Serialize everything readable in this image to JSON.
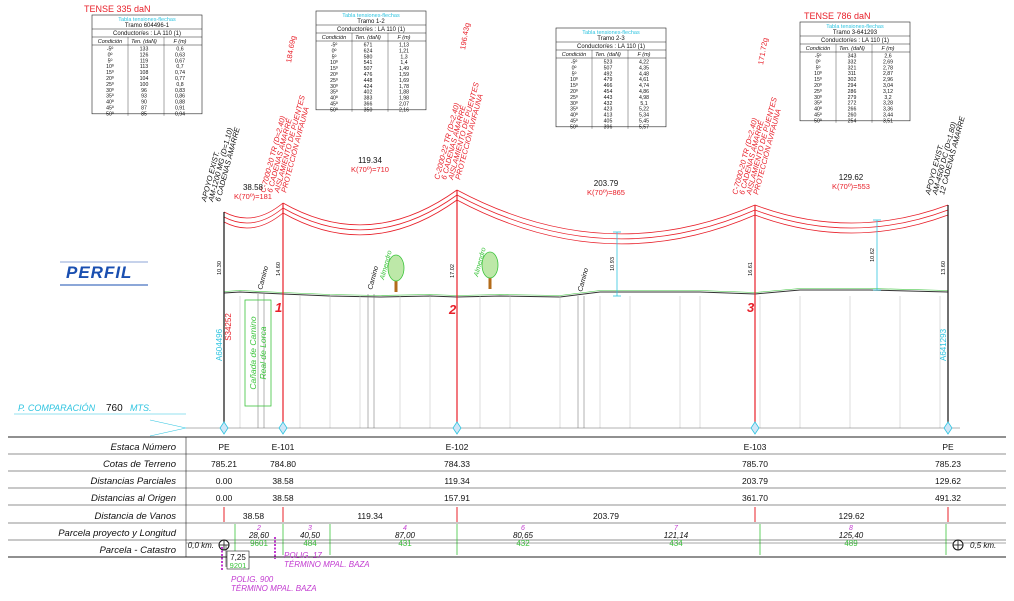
{
  "tense_left": "TENSE 335 daN",
  "tense_right": "TENSE 786 daN",
  "perfil_label": "PERFIL",
  "comparacion": {
    "prefix": "P. COMPARACIÓN",
    "value": "760",
    "unit": "MTS."
  },
  "tables": [
    {
      "caption": "Tabla tensiones-flechas",
      "tramo": "Tramo 604496-1",
      "conductor": "Conductor/es : LA 110 (1)",
      "headers": [
        "Condición",
        "Ten. (daN)",
        "F (m)"
      ],
      "rows": [
        [
          "-5º",
          "133",
          "0,6"
        ],
        [
          "0º",
          "126",
          "0,63"
        ],
        [
          "5º",
          "119",
          "0,67"
        ],
        [
          "10º",
          "113",
          "0,7"
        ],
        [
          "15º",
          "108",
          "0,74"
        ],
        [
          "20º",
          "104",
          "0,77"
        ],
        [
          "25º",
          "100",
          "0,8"
        ],
        [
          "30º",
          "96",
          "0,83"
        ],
        [
          "35º",
          "93",
          "0,86"
        ],
        [
          "40º",
          "90",
          "0,88"
        ],
        [
          "45º",
          "87",
          "0,91"
        ],
        [
          "50º",
          "85",
          "0,94"
        ]
      ]
    },
    {
      "caption": "Tabla tensiones-flechas",
      "tramo": "Tramo 1-2",
      "conductor": "Conductor/es : LA 110 (1)",
      "headers": [
        "Condición",
        "Ten. (daN)",
        "F (m)"
      ],
      "rows": [
        [
          "-5º",
          "671",
          "1,13"
        ],
        [
          "0º",
          "624",
          "1,21"
        ],
        [
          "5º",
          "580",
          "1,3"
        ],
        [
          "10º",
          "541",
          "1,4"
        ],
        [
          "15º",
          "507",
          "1,49"
        ],
        [
          "20º",
          "476",
          "1,59"
        ],
        [
          "25º",
          "448",
          "1,69"
        ],
        [
          "30º",
          "424",
          "1,78"
        ],
        [
          "35º",
          "402",
          "1,88"
        ],
        [
          "40º",
          "383",
          "1,98"
        ],
        [
          "45º",
          "366",
          "2,07"
        ],
        [
          "50º",
          "350",
          "2,16"
        ]
      ]
    },
    {
      "caption": "Tabla tensiones-flechas",
      "tramo": "Tramo 2-3",
      "conductor": "Conductor/es : LA 110 (1)",
      "headers": [
        "Condición",
        "Ten. (daN)",
        "F (m)"
      ],
      "rows": [
        [
          "-5º",
          "523",
          "4,22"
        ],
        [
          "0º",
          "507",
          "4,35"
        ],
        [
          "5º",
          "492",
          "4,48"
        ],
        [
          "10º",
          "479",
          "4,61"
        ],
        [
          "15º",
          "466",
          "4,74"
        ],
        [
          "20º",
          "454",
          "4,86"
        ],
        [
          "25º",
          "443",
          "4,98"
        ],
        [
          "30º",
          "432",
          "5,1"
        ],
        [
          "35º",
          "423",
          "5,22"
        ],
        [
          "40º",
          "413",
          "5,34"
        ],
        [
          "45º",
          "405",
          "5,45"
        ],
        [
          "50º",
          "396",
          "5,57"
        ]
      ]
    },
    {
      "caption": "Tabla tensiones-flechas",
      "tramo": "Tramo 3-641293",
      "conductor": "Conductor/es : LA 110 (1)",
      "headers": [
        "Condición",
        "Ten. (daN)",
        "F (m)"
      ],
      "rows": [
        [
          "-5º",
          "343",
          "2,6"
        ],
        [
          "0º",
          "332",
          "2,69"
        ],
        [
          "5º",
          "321",
          "2,78"
        ],
        [
          "10º",
          "311",
          "2,87"
        ],
        [
          "15º",
          "302",
          "2,96"
        ],
        [
          "20º",
          "294",
          "3,04"
        ],
        [
          "25º",
          "286",
          "3,12"
        ],
        [
          "30º",
          "279",
          "3,2"
        ],
        [
          "35º",
          "272",
          "3,28"
        ],
        [
          "40º",
          "266",
          "3,36"
        ],
        [
          "45º",
          "260",
          "3,44"
        ],
        [
          "50º",
          "254",
          "3,51"
        ]
      ]
    }
  ],
  "supports": [
    {
      "lines": [
        "APOYO EXIST.",
        "AM-1200 MG (D=1.10)",
        "6 CADENAS AMARRE"
      ],
      "color": "#111111",
      "number": "",
      "height": "10.30",
      "label_v": "A604496",
      "label_v2": "S34252"
    },
    {
      "lines": [
        "C-7000-20 TR (D=2.40)",
        "6 CADENAS AMARRE",
        "AISLAMIENTO DE PUENTES",
        "PROTECCIÓN AVIFAUNA"
      ],
      "angle": "184.69g",
      "color": "#e8202a",
      "number": "1",
      "height": "14.60"
    },
    {
      "lines": [
        "C-2000-22 TR (D=2.40)",
        "6 CADENAS AMARRE",
        "AISLAMIENTO DE PUENTES",
        "PROTECCIÓN AVIFAUNA"
      ],
      "angle": "196.43g",
      "color": "#e8202a",
      "number": "2",
      "height": "17.02"
    },
    {
      "lines": [
        "C-7000-20 TR (D=2.40)",
        "6 CADENAS AMARRE",
        "AISLAMIENTO DE PUENTES",
        "PROTECCIÓN AVIFAUNA"
      ],
      "angle": "171.72g",
      "color": "#e8202a",
      "number": "3",
      "height": "16.61"
    },
    {
      "lines": [
        "APOYO EXIST.",
        "AM-4500 DC (D=1.80)",
        "12 CADENAS AMARRE"
      ],
      "color": "#111111",
      "number": "",
      "height": "13.60",
      "label_v": "A641293"
    }
  ],
  "spans": [
    {
      "length": "38.58",
      "k": "K(70º)=181"
    },
    {
      "length": "119.34",
      "k": "K(70º)=710"
    },
    {
      "length": "203.79",
      "k": "K(70º)=865"
    },
    {
      "length": "129.62",
      "k": "K(70º)=553"
    }
  ],
  "clearances": [
    "10.93",
    "10.62"
  ],
  "terrain_labels": [
    "Camino",
    "Camino",
    "Camino"
  ],
  "trees": [
    "Almendro",
    "Almendro"
  ],
  "canada": [
    "Cañada de Camino",
    "Real de Lorca"
  ],
  "bottom_table": {
    "row_labels": [
      "Estaca Número",
      "Cotas de Terreno",
      "Distancias Parciales",
      "Distancias al Origen",
      "Distancia de Vanos",
      "Parcela proyecto y Longitud",
      "Parcela - Catastro"
    ],
    "estaca": [
      "PE",
      "E-101",
      "E-102",
      "E-103",
      "PE"
    ],
    "cotas": [
      "785.21",
      "784.80",
      "784.33",
      "785.70",
      "785.23"
    ],
    "parciales": [
      "0.00",
      "38.58",
      "119.34",
      "203.79",
      "129.62"
    ],
    "origen": [
      "0.00",
      "38.58",
      "157.91",
      "361.70",
      "491.32"
    ],
    "vanos": [
      "38.58",
      "119.34",
      "203.79",
      "129.62"
    ],
    "parcelas": [
      {
        "num": "2",
        "len": "28,60",
        "cat": "9601"
      },
      {
        "num": "3",
        "len": "40,50",
        "cat": "484"
      },
      {
        "num": "4",
        "len": "87,00",
        "cat": "431"
      },
      {
        "num": "6",
        "len": "80,65",
        "cat": "432"
      },
      {
        "num": "7",
        "len": "121,14",
        "cat": "434"
      },
      {
        "num": "8",
        "len": "125,40",
        "cat": "489"
      }
    ],
    "km_start": "0,0 km.",
    "km_end": "0,5 km.",
    "small_parcel": {
      "len": "7,25",
      "cat": "9201"
    }
  },
  "polig_a": [
    "POLIG. 17",
    "TÉRMINO MPAL. BAZA"
  ],
  "polig_b": [
    "POLIG. 900",
    "TÉRMINO MPAL. BAZA"
  ],
  "colors": {
    "red": "#e8202a",
    "green": "#3cc43c",
    "cyan": "#2fc4e0",
    "blue": "#1a4fb0",
    "magenta": "#c23ad0",
    "grey": "#666666"
  }
}
